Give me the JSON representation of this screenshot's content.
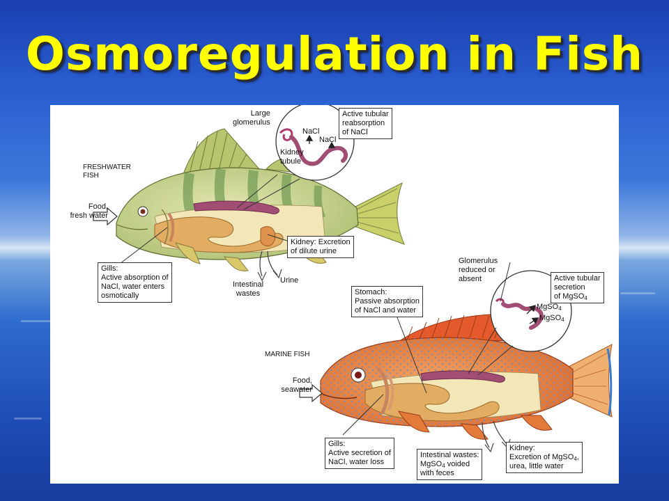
{
  "slide": {
    "title": "Osmoregulation in Fish"
  },
  "freshwater": {
    "fish_label": "FRESHWATER\nFISH",
    "food_label": "Food,\nfresh water",
    "glomerulus_label": "Large\nglomerulus",
    "nacl_1": "NaCl",
    "nacl_2": "NaCl",
    "tubule_label": "Kidney\ntubule",
    "reabsorption_box": "Active tubular\nreabsorption\nof NaCl",
    "kidney_box": "Kidney: Excretion\nof dilute urine",
    "gills_box": "Gills:\nActive absorption of\nNaCl, water enters\nosmotically",
    "intestinal_label": "Intestinal\nwastes",
    "urine_label": "Urine"
  },
  "marine": {
    "fish_label": "MARINE FISH",
    "food_label": "Food,\nseawater",
    "glomerulus_label": "Glomerulus\nreduced or\nabsent",
    "secretion_box": "Active tubular\nsecretion\nof MgSO4",
    "mgso4_1": "MgSO4",
    "mgso4_2": "MgSO4",
    "stomach_box": "Stomach:\nPassive absorption\nof NaCl and water",
    "gills_box": "Gills:\nActive secretion of\nNaCl, water loss",
    "intestinal_box": "Intestinal wastes:\nMgSO4 voided\nwith feces",
    "kidney_box": "Kidney:\nExcretion of MgSO4,\nurea, little water"
  },
  "colors": {
    "title": "#ffff00",
    "freshwater_body": "#c9d58a",
    "freshwater_bands": "#6f9a52",
    "marine_body": "#ec8a3c",
    "marine_spots": "#6c8fc8",
    "gut": "#e2ad63",
    "kidney": "#a24d73",
    "belly": "#f3e7b8"
  }
}
